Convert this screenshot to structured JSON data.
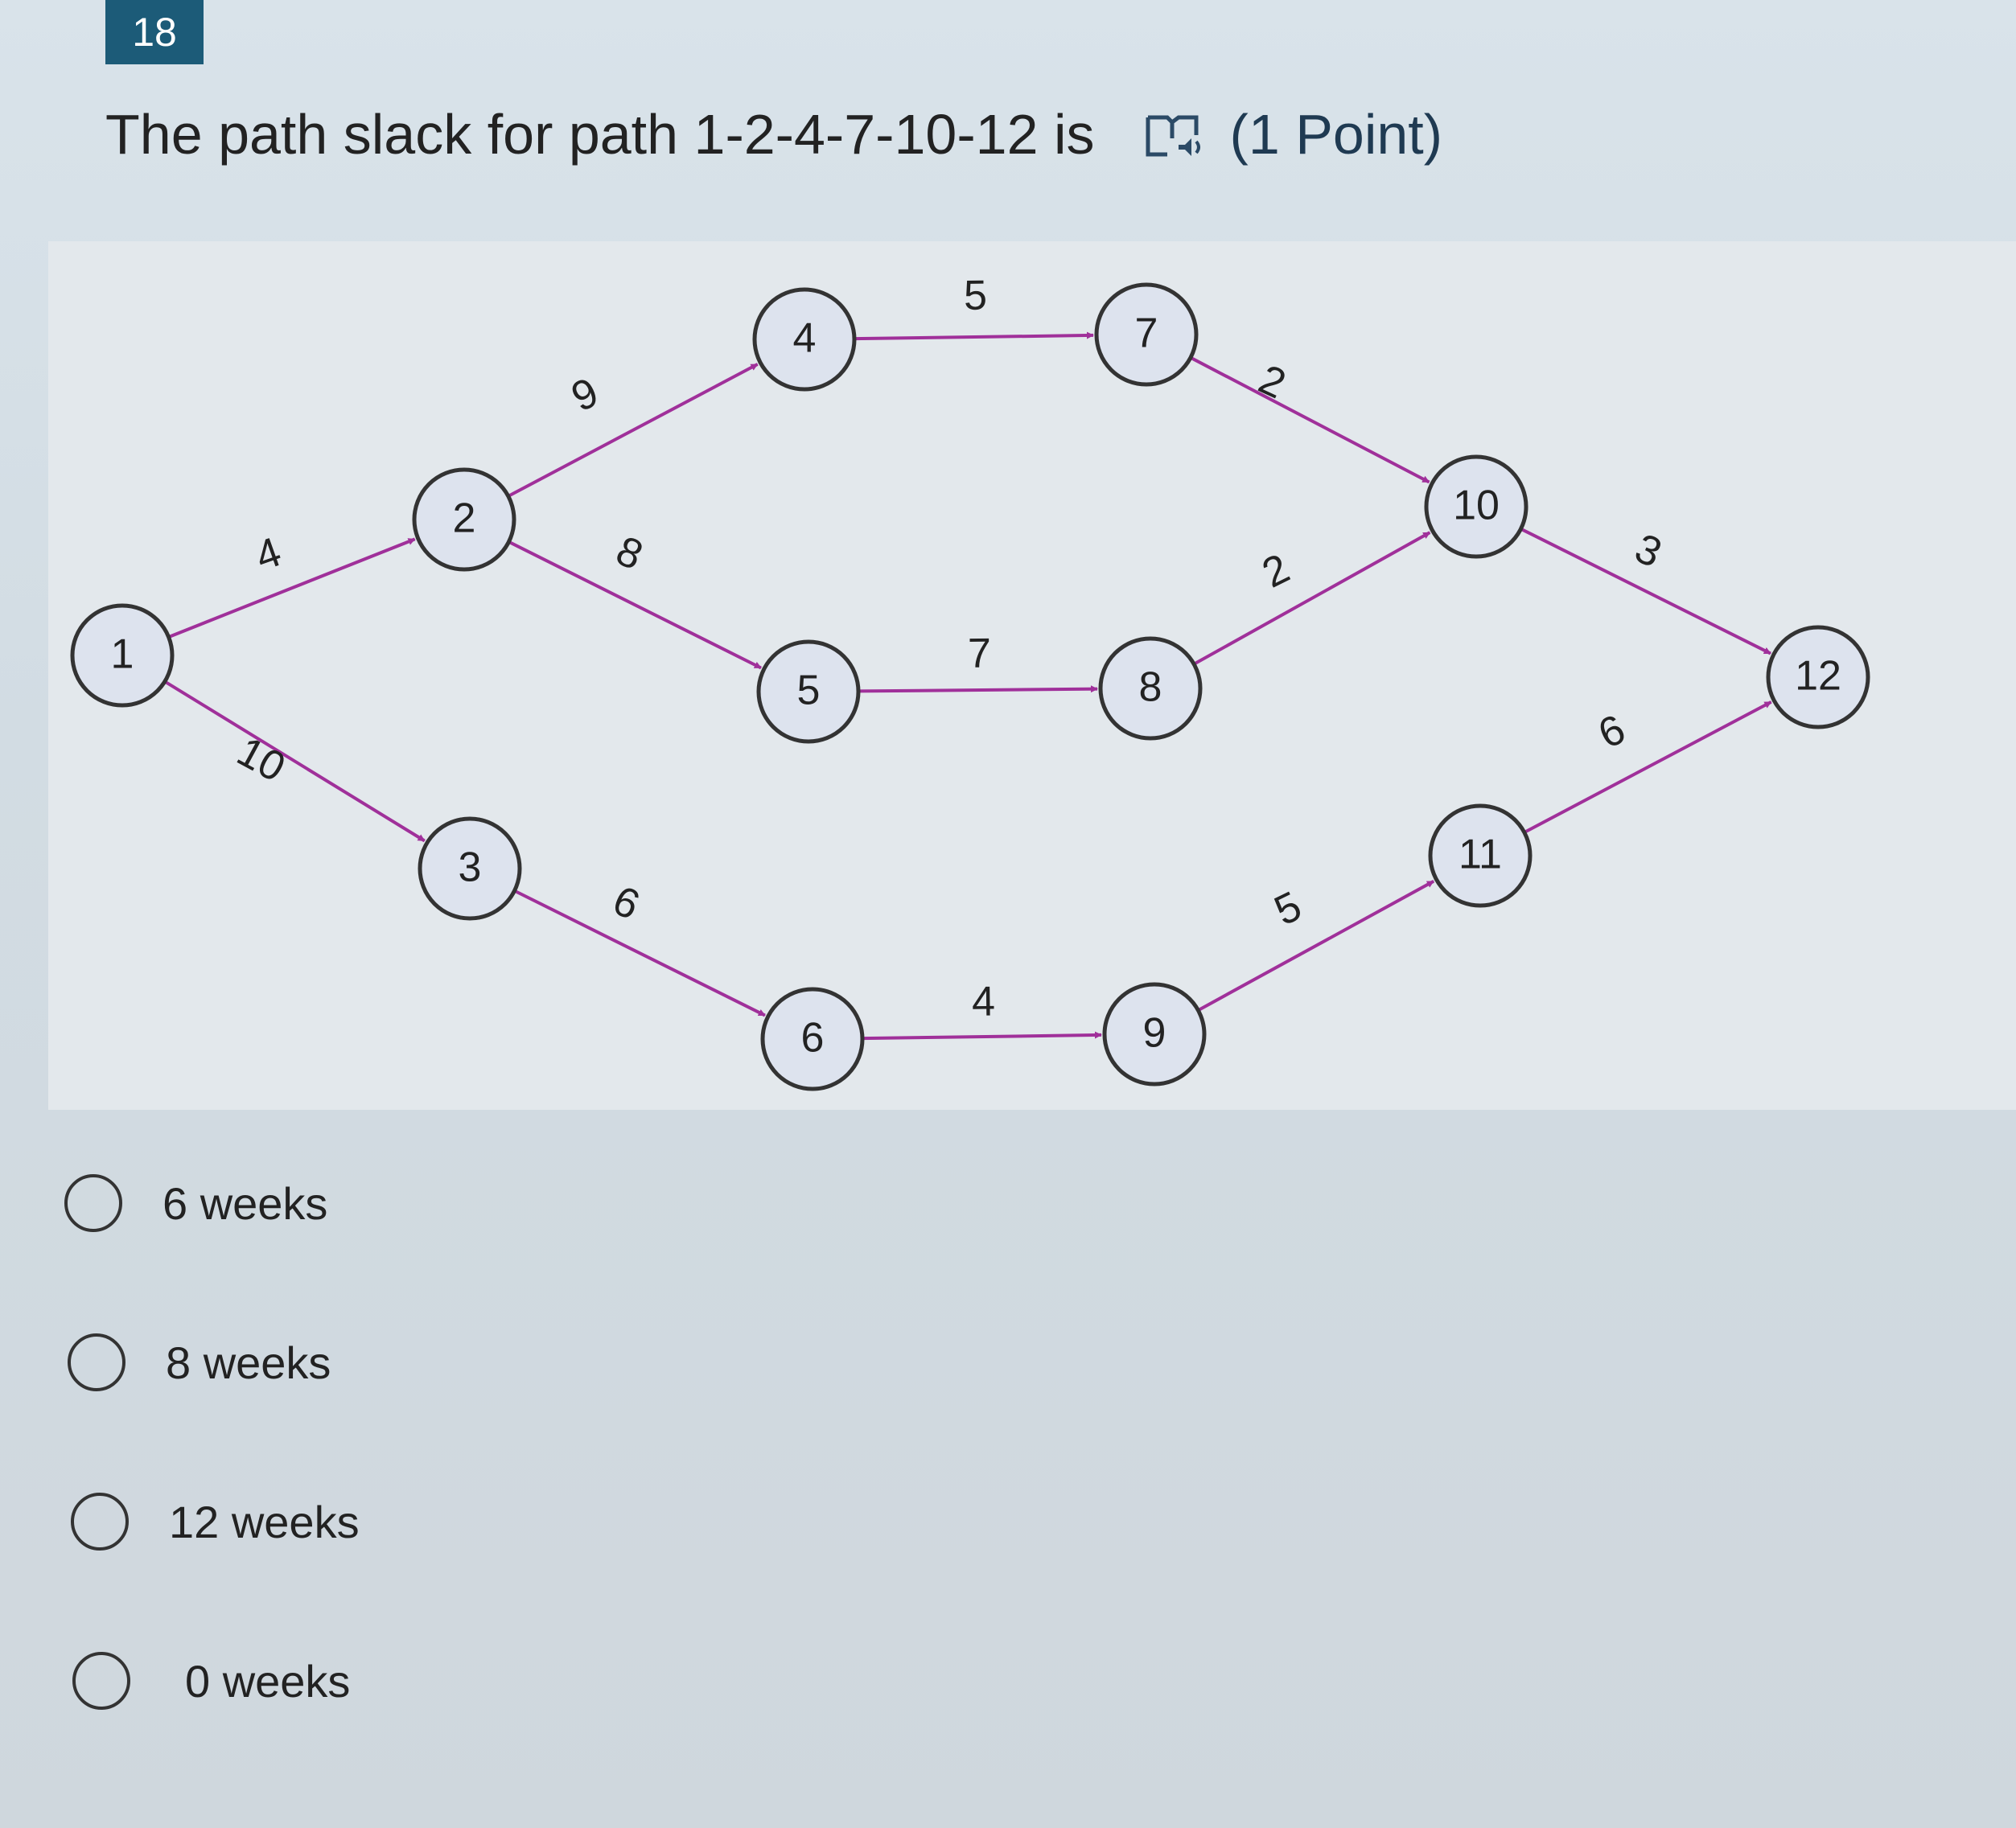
{
  "question": {
    "number": "18",
    "text": "The path slack for  path 1-2-4-7-10-12 is",
    "points": "(1 Point)",
    "reader_icon": "immersive-reader-icon"
  },
  "network": {
    "nodes": [
      {
        "id": "1"
      },
      {
        "id": "2"
      },
      {
        "id": "3"
      },
      {
        "id": "4"
      },
      {
        "id": "5"
      },
      {
        "id": "6"
      },
      {
        "id": "7"
      },
      {
        "id": "8"
      },
      {
        "id": "9"
      },
      {
        "id": "10"
      },
      {
        "id": "11"
      },
      {
        "id": "12"
      }
    ],
    "edges": [
      {
        "from": "1",
        "to": "2",
        "weight": "4"
      },
      {
        "from": "1",
        "to": "3",
        "weight": "10"
      },
      {
        "from": "2",
        "to": "4",
        "weight": "9"
      },
      {
        "from": "2",
        "to": "5",
        "weight": "8"
      },
      {
        "from": "3",
        "to": "6",
        "weight": "6"
      },
      {
        "from": "4",
        "to": "7",
        "weight": "5"
      },
      {
        "from": "5",
        "to": "8",
        "weight": "7"
      },
      {
        "from": "6",
        "to": "9",
        "weight": "4"
      },
      {
        "from": "7",
        "to": "10",
        "weight": "2"
      },
      {
        "from": "8",
        "to": "10",
        "weight": "2"
      },
      {
        "from": "9",
        "to": "11",
        "weight": "5"
      },
      {
        "from": "10",
        "to": "12",
        "weight": "3"
      },
      {
        "from": "11",
        "to": "12",
        "weight": "6"
      }
    ],
    "edge_color": "#a0309a",
    "node_fill": "#dde3ee",
    "node_stroke": "#333333"
  },
  "options": [
    {
      "label": "6 weeks",
      "selected": false
    },
    {
      "label": "8 weeks",
      "selected": false
    },
    {
      "label": "12 weeks",
      "selected": false
    },
    {
      "label": "0 weeks",
      "selected": false
    }
  ]
}
